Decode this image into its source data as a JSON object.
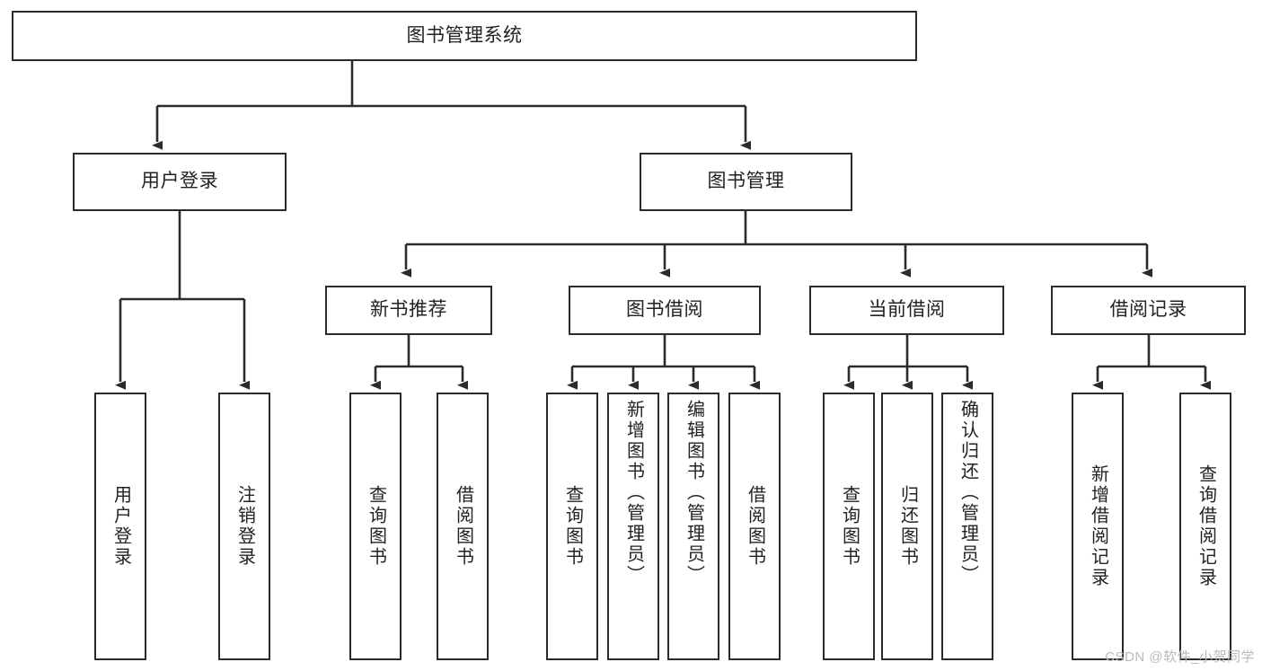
{
  "diagram": {
    "title": "图书管理系统",
    "type": "tree-hierarchy-diagram",
    "colors": {
      "box_border": "#2b2b2b",
      "box_fill": "#ffffff",
      "edge": "#2b2b2b",
      "text": "#222222",
      "watermark": "#b9b9b9"
    },
    "root": {
      "label": "图书管理系统"
    },
    "level1": [
      {
        "label": "用户登录"
      },
      {
        "label": "图书管理"
      }
    ],
    "level2": [
      {
        "label": "新书推荐"
      },
      {
        "label": "图书借阅"
      },
      {
        "label": "当前借阅"
      },
      {
        "label": "借阅记录"
      }
    ],
    "leaves": {
      "user_login": [
        {
          "label": "用户登录"
        },
        {
          "label": "注销登录"
        }
      ],
      "new_book_recommend": [
        {
          "label": "查询图书"
        },
        {
          "label": "借阅图书"
        }
      ],
      "book_borrow": [
        {
          "label": "查询图书"
        },
        {
          "label": "新增图书（管理员）"
        },
        {
          "label": "编辑图书（管理员）"
        },
        {
          "label": "借阅图书"
        }
      ],
      "current_borrow": [
        {
          "label": "查询图书"
        },
        {
          "label": "归还图书"
        },
        {
          "label": "确认归还（管理员）"
        }
      ],
      "borrow_record": [
        {
          "label": "新增借阅记录"
        },
        {
          "label": "查询借阅记录"
        }
      ]
    },
    "watermark": "CSDN @软件_小贺同学"
  }
}
